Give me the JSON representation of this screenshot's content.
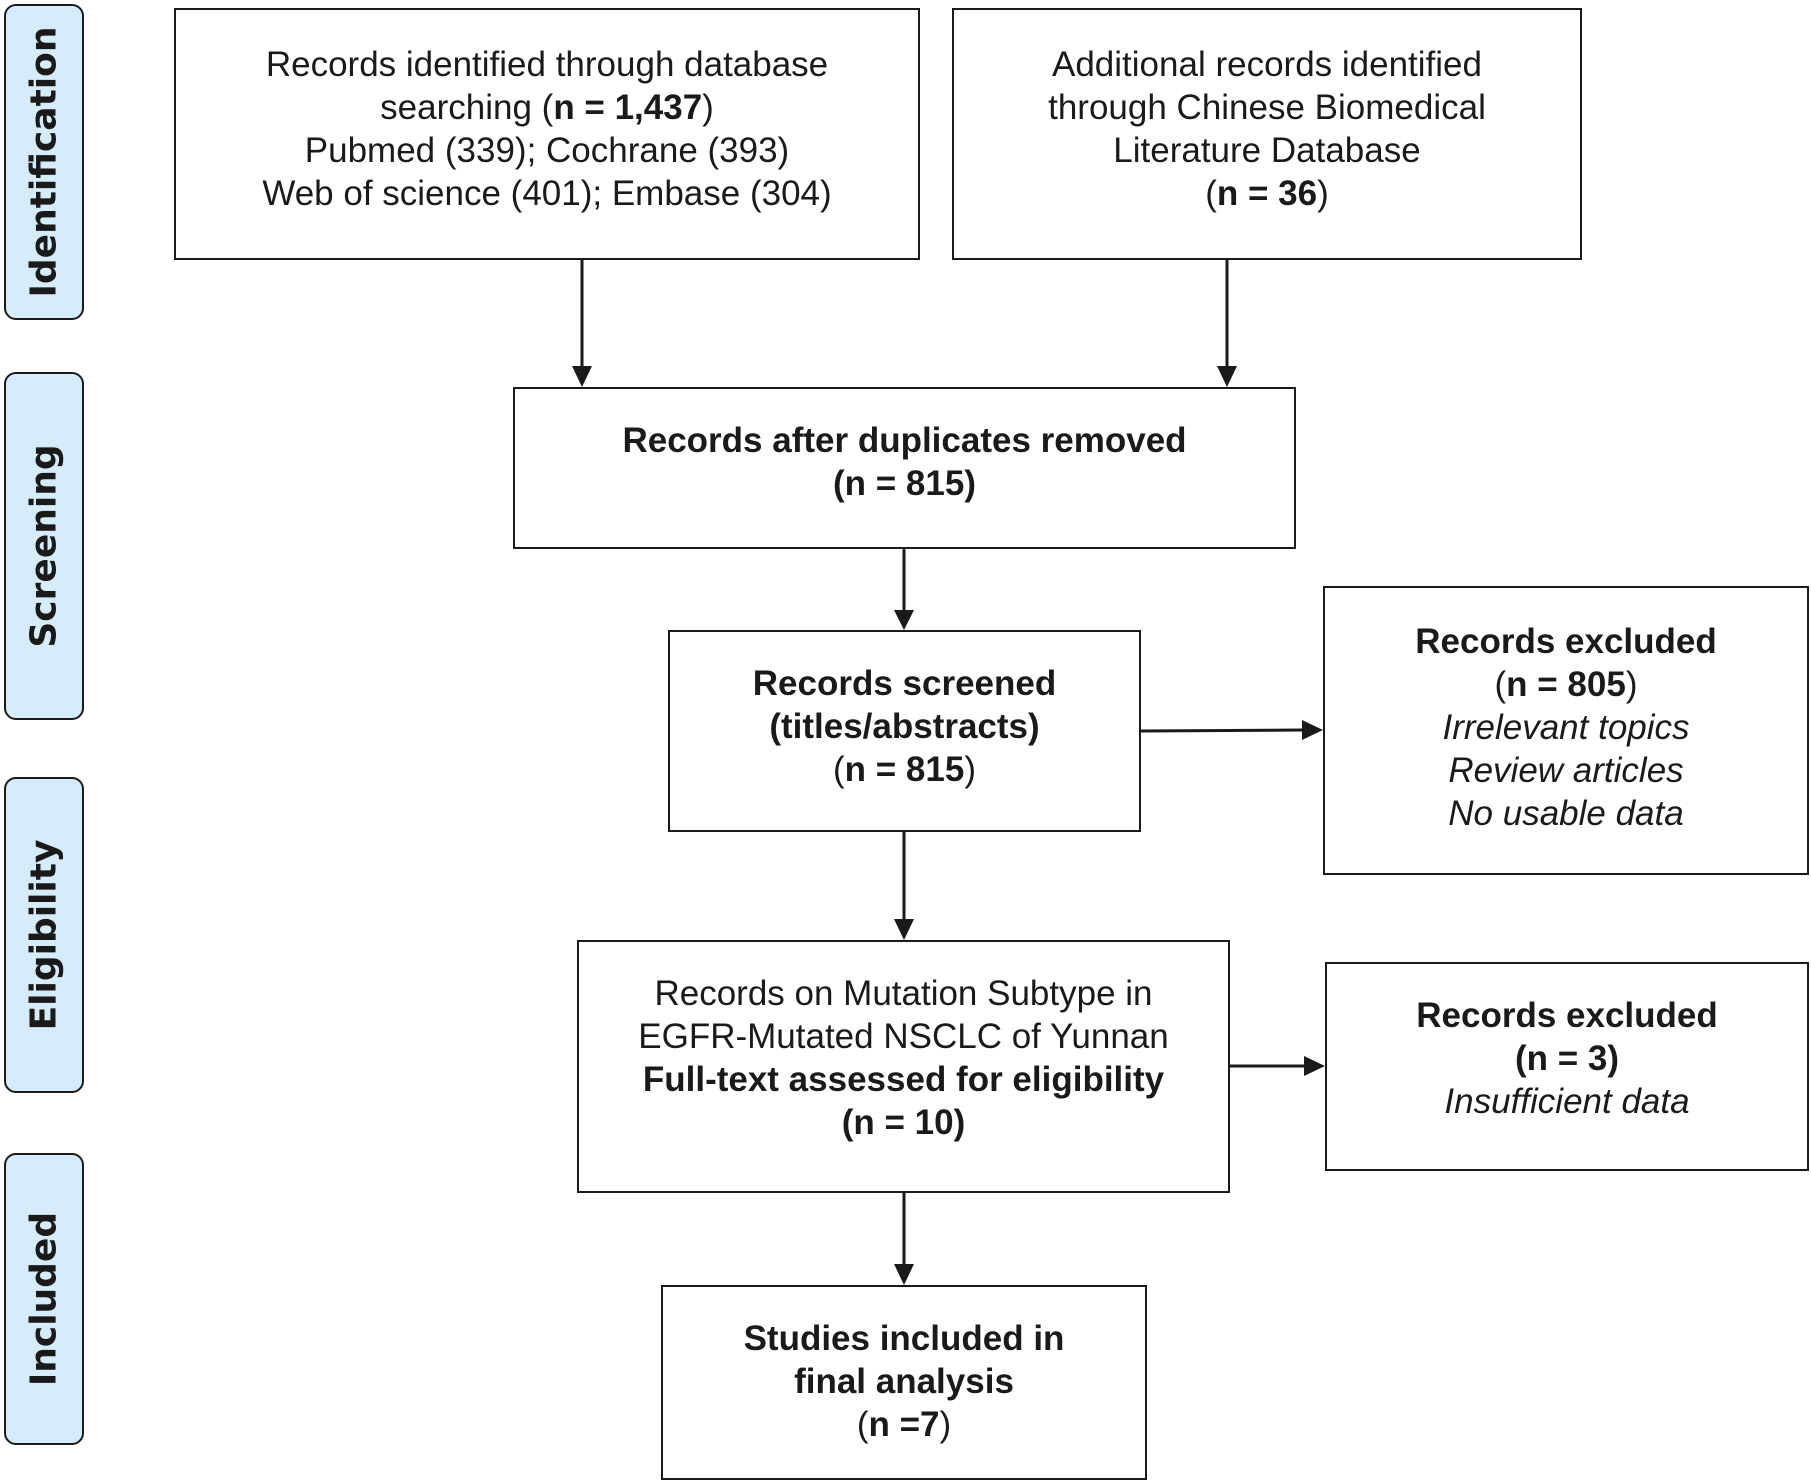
{
  "phases": [
    "Identification",
    "Screening",
    "Eligibility",
    "Included"
  ],
  "boxes": {
    "db_search": {
      "line1": "Records identified through database",
      "line2_pre": "searching (",
      "line2_bold": "n = 1,437",
      "line2_post": ")",
      "line3": "Pubmed (339);  Cochrane (393)",
      "line4": "Web of science (401);  Embase (304)"
    },
    "additional": {
      "line1": "Additional records identified",
      "line2": "through Chinese Biomedical",
      "line3": "Literature Database",
      "line4_pre": "(",
      "line4_bold": "n = 36",
      "line4_post": ")"
    },
    "duplicates_removed": {
      "line1": "Records after duplicates removed",
      "line2": "(n = 815)"
    },
    "screened": {
      "line1": "Records screened",
      "line2": "(titles/abstracts)",
      "line3_pre": "(",
      "line3_bold": "n = 815",
      "line3_post": ")"
    },
    "excluded_screening": {
      "title": "Records excluded",
      "count_pre": "(",
      "count_bold": "n = 805",
      "count_post": ")",
      "reasons": [
        "Irrelevant topics",
        "Review articles",
        "No usable data"
      ]
    },
    "fulltext": {
      "line1": "Records on Mutation Subtype in",
      "line2": "EGFR-Mutated NSCLC of Yunnan",
      "line3": "Full-text assessed for eligibility",
      "line4": "(n = 10)"
    },
    "excluded_fulltext": {
      "title": "Records excluded",
      "count": "(n = 3)",
      "reason": "Insufficient data"
    },
    "included": {
      "line1": "Studies included in",
      "line2": "final analysis",
      "line3_pre": "(",
      "line3_bold": "n =7",
      "line3_post": ")"
    }
  }
}
